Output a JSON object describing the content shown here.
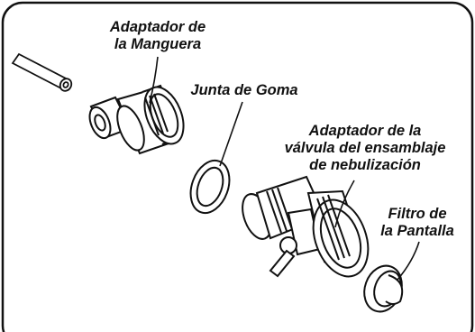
{
  "labels": {
    "hose_adapter": {
      "line1": "Adaptador de",
      "line2": "la Manguera"
    },
    "rubber_gasket": {
      "line1": "Junta de Goma"
    },
    "valve_adapter": {
      "line1": "Adaptador de la",
      "line2": "válvula del ensamblaje",
      "line3": "de nebulización"
    },
    "screen_filter": {
      "line1": "Filtro de",
      "line2": "la Pantalla"
    }
  },
  "colors": {
    "stroke": "#111111",
    "background": "#ffffff"
  },
  "icons": [
    "hose-tube-icon",
    "hose-adapter-icon",
    "rubber-gasket-icon",
    "valve-adapter-icon",
    "screen-filter-icon"
  ]
}
